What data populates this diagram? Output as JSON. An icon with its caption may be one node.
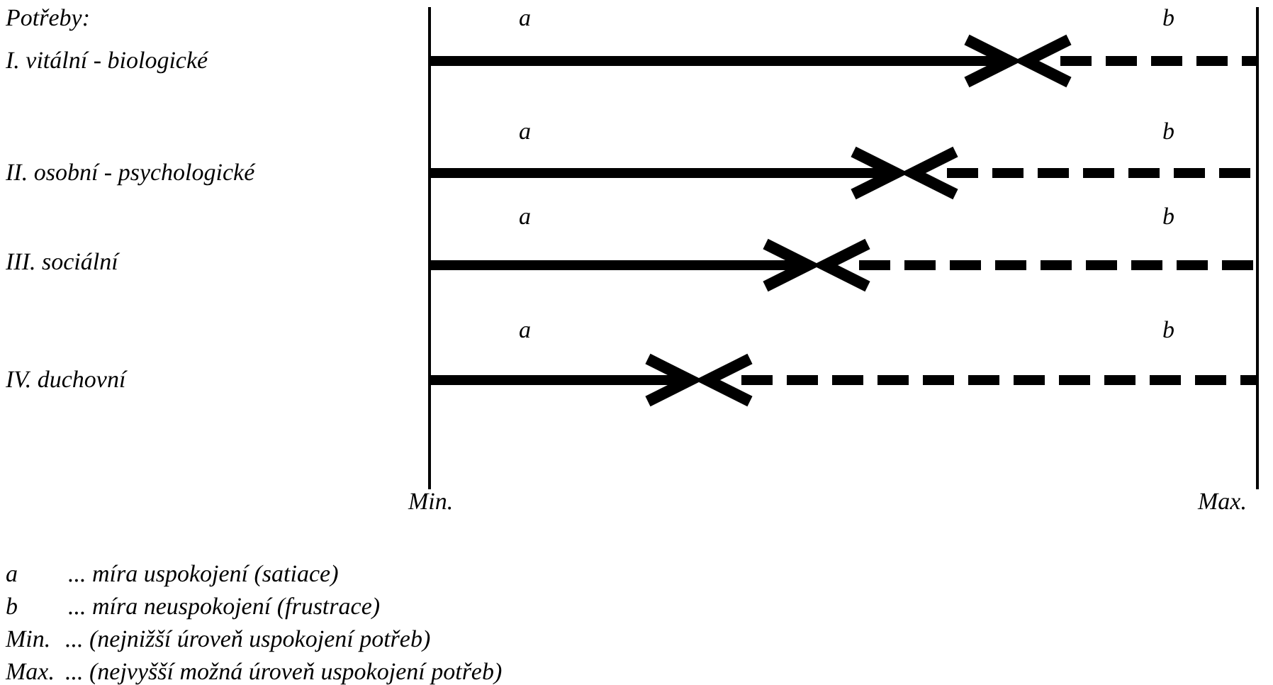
{
  "diagram": {
    "labels": [
      "Potřeby:",
      "a",
      "b",
      "I. vitální - biologické",
      "a",
      "b",
      "II. osobní - psychologické",
      "a",
      "b",
      "III. sociální",
      "a",
      "b",
      "IV. duchovní",
      "Min.",
      "Max.",
      "a",
      "... míra uspokojení (satiace)",
      "b",
      "... míra neuspokojení (frustrace)",
      "Min.",
      "... (nejnižší úroveň uspokojení potřeb)",
      "Max.",
      "... (nejvyšší možná úroveň uspokojení potřeb)"
    ]
  }
}
